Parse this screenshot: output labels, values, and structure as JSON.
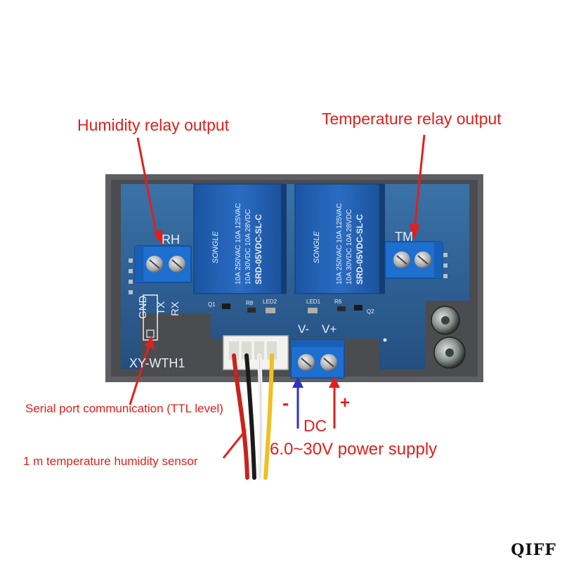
{
  "labels": {
    "humidity_relay": "Humidity relay output",
    "temperature_relay": "Temperature relay output",
    "serial_port": "Serial port communication (TTL level)",
    "sensor": "1 m temperature humidity sensor",
    "minus": "-",
    "plus": "+",
    "dc": "DC",
    "power": "6.0~30V power supply"
  },
  "board": {
    "model": "XY-WTH1",
    "rh": "RH",
    "tm": "TM",
    "gnd": "GND",
    "tx": "TX",
    "rx": "RX",
    "vminus": "V-",
    "vplus": "V+",
    "q1": "Q1",
    "q2": "Q2",
    "r8": "R8",
    "r6": "R6",
    "led1": "LED1",
    "led2": "LED2"
  },
  "relay": {
    "brand": "SONGLE",
    "line1": "10A 250VAC  10A 125VAC",
    "line2": "10A  30VDC  10A  28VDC",
    "model": "SRD-05VDC-SL-C"
  },
  "watermark": "QIFF",
  "colors": {
    "annotation_red": "#e0201c",
    "annotation_blue": "#2e33c4",
    "pcb": "#2b5e93",
    "relay": "#1f5fb0",
    "terminal": "#1d6fd0"
  }
}
